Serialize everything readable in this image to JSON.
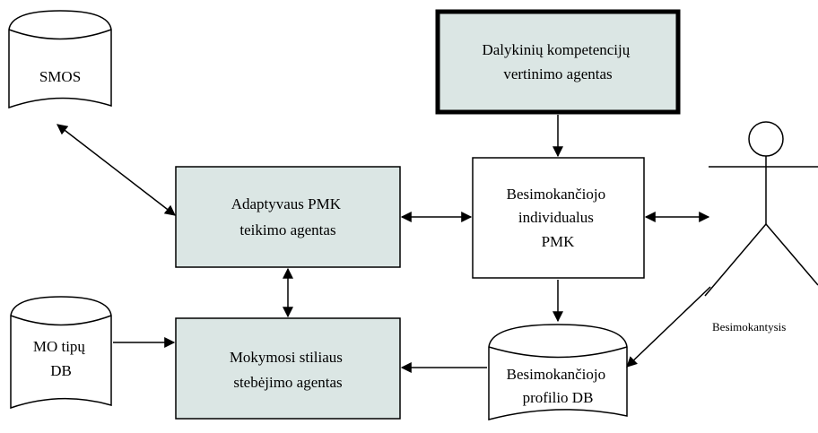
{
  "colors": {
    "agent_fill": "#dbe6e4",
    "plain_fill": "#ffffff",
    "stroke": "#000000"
  },
  "nodes": {
    "smos": {
      "lines": [
        "SMOS"
      ]
    },
    "mo_tipu_db": {
      "lines": [
        "MO tipų",
        "DB"
      ]
    },
    "dalykiniu_agent": {
      "lines": [
        "Dalykinių kompetencijų",
        "vertinimo agentas"
      ]
    },
    "adaptyvaus_agent": {
      "lines": [
        "Adaptyvaus PMK",
        "teikimo agentas"
      ]
    },
    "individual_pmk": {
      "lines": [
        "Besimokančiojo",
        "individualus",
        "PMK"
      ]
    },
    "mokymosi_agent": {
      "lines": [
        "Mokymosi stiliaus",
        "stebėjimo agentas"
      ]
    },
    "profilio_db": {
      "lines": [
        "Besimokančiojo",
        "profilio DB"
      ]
    }
  },
  "actor": {
    "label": "Besimokantysis",
    "icon": "stick-figure-icon"
  },
  "edges": [
    {
      "from": "smos",
      "to": "adaptyvaus_agent",
      "type": "bidirectional"
    },
    {
      "from": "dalykiniu_agent",
      "to": "individual_pmk",
      "type": "directed"
    },
    {
      "from": "adaptyvaus_agent",
      "to": "individual_pmk",
      "type": "bidirectional"
    },
    {
      "from": "individual_pmk",
      "to": "actor",
      "type": "bidirectional"
    },
    {
      "from": "adaptyvaus_agent",
      "to": "mokymosi_agent",
      "type": "bidirectional"
    },
    {
      "from": "mo_tipu_db",
      "to": "mokymosi_agent",
      "type": "directed"
    },
    {
      "from": "profilio_db",
      "to": "mokymosi_agent",
      "type": "directed"
    },
    {
      "from": "individual_pmk",
      "to": "profilio_db",
      "type": "directed"
    },
    {
      "from": "actor",
      "to": "profilio_db",
      "type": "directed"
    }
  ]
}
